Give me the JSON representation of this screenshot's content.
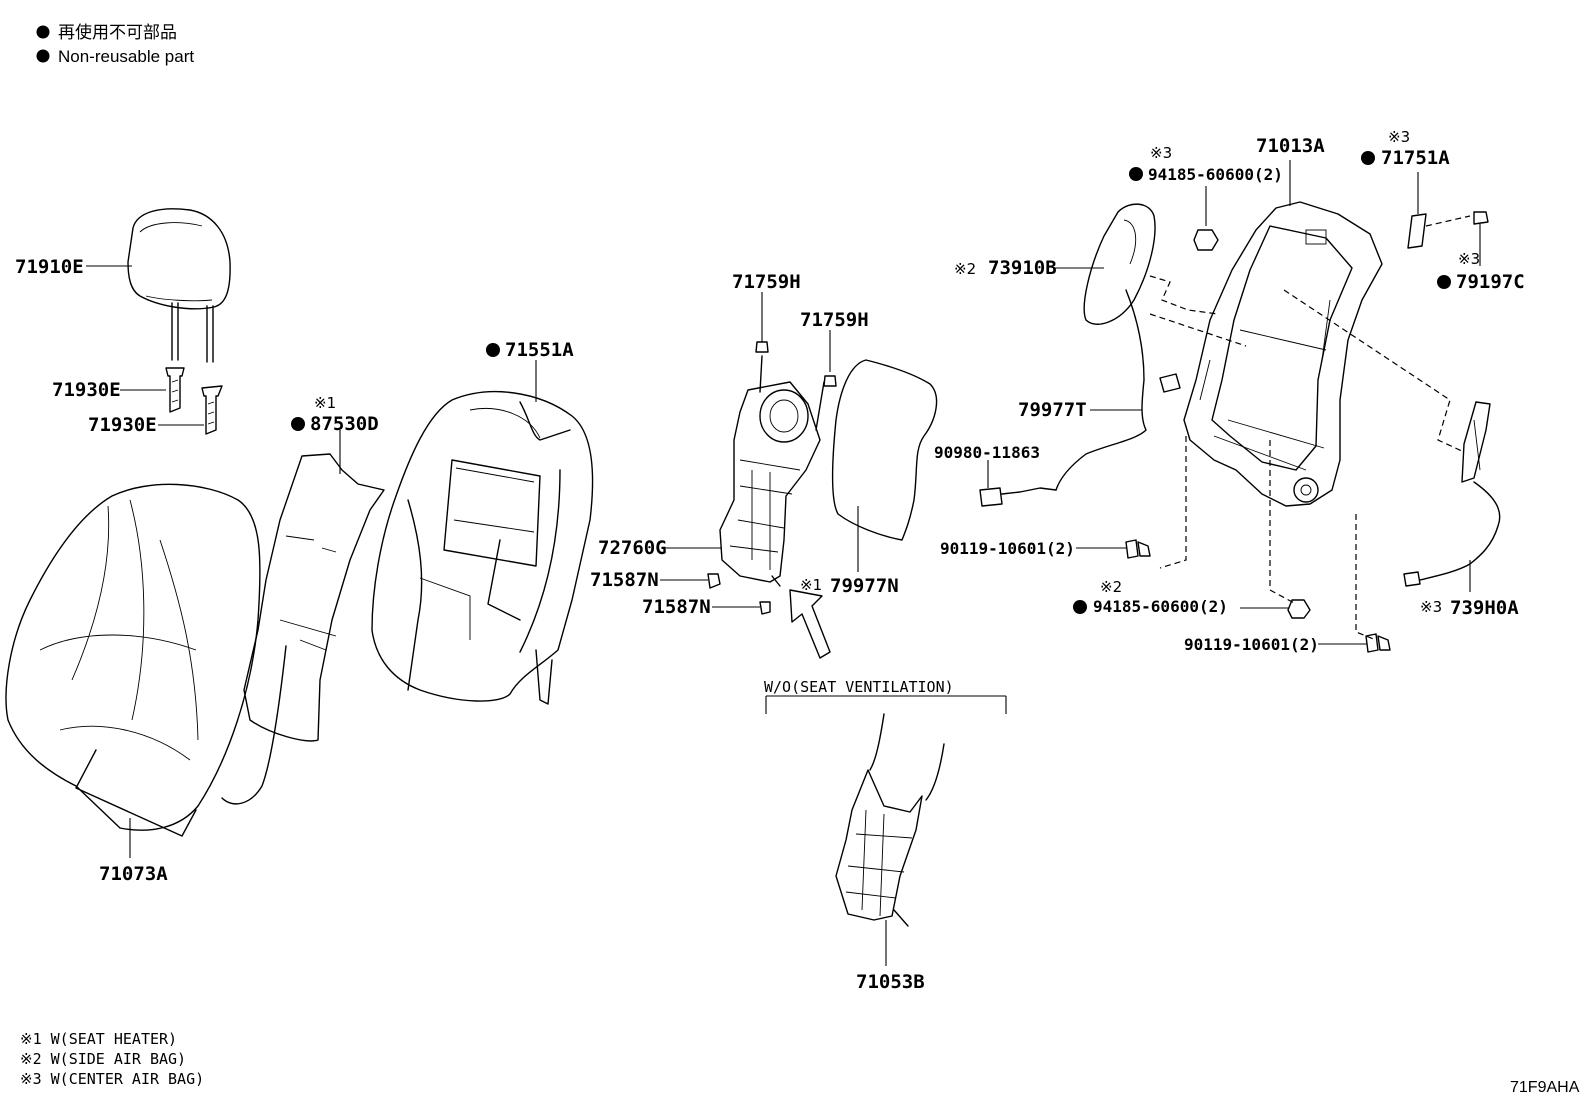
{
  "legend": {
    "jp": "再使用不可部品",
    "en": "Non-reusable part"
  },
  "parts": {
    "p71910E": "71910E",
    "p71930E_a": "71930E",
    "p71930E_b": "71930E",
    "p87530D": "87530D",
    "p71551A": "71551A",
    "p71073A": "71073A",
    "p71759H_a": "71759H",
    "p71759H_b": "71759H",
    "p72760G": "72760G",
    "p71587N_a": "71587N",
    "p71587N_b": "71587N",
    "p79977N": "79977N",
    "p71053B": "71053B",
    "p94185_top": "94185-60600(2)",
    "p71013A": "71013A",
    "p71751A": "71751A",
    "p79197C": "79197C",
    "p73910B": "73910B",
    "p79977T": "79977T",
    "p90980": "90980-11863",
    "p90119_a": "90119-10601(2)",
    "p94185_bottom": "94185-60600(2)",
    "p90119_b": "90119-10601(2)",
    "p739H0A": "739H0A"
  },
  "marks": {
    "m1": "※1",
    "m2": "※2",
    "m3": "※3"
  },
  "variant_label": "W/O(SEAT VENTILATION)",
  "footnotes": [
    "※1 W(SEAT HEATER)",
    "※2 W(SIDE AIR BAG)",
    "※3 W(CENTER AIR BAG)"
  ],
  "diagram_code": "71F9AHA"
}
